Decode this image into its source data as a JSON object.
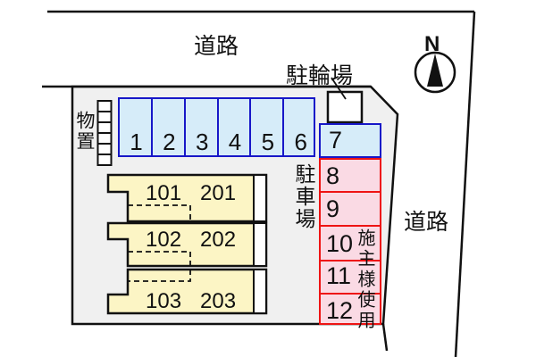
{
  "labels": {
    "road_top": "道路",
    "road_right": "道路",
    "bicycle_parking": "駐輪場",
    "storage": "物置",
    "parking_lot": "駐車場",
    "owner_use": "施主様使用",
    "north": "N"
  },
  "parking": {
    "row_spaces": [
      "1",
      "2",
      "3",
      "4",
      "5",
      "6"
    ],
    "column_spaces": [
      "7",
      "8",
      "9",
      "10",
      "11",
      "12"
    ]
  },
  "building": {
    "rows": [
      {
        "left": "101",
        "right": "201"
      },
      {
        "left": "102",
        "right": "202"
      },
      {
        "left": "103",
        "right": "203"
      }
    ]
  },
  "colors": {
    "site_background": "#f0f0f0",
    "parking_space_blue_fill": "#d6ecf9",
    "parking_space_blue_border": "#1717c8",
    "parking_space_pink_fill": "#fadae4",
    "parking_space_pink_border": "#ee1414",
    "building_fill": "#fcf5c5",
    "outline": "#111111"
  }
}
